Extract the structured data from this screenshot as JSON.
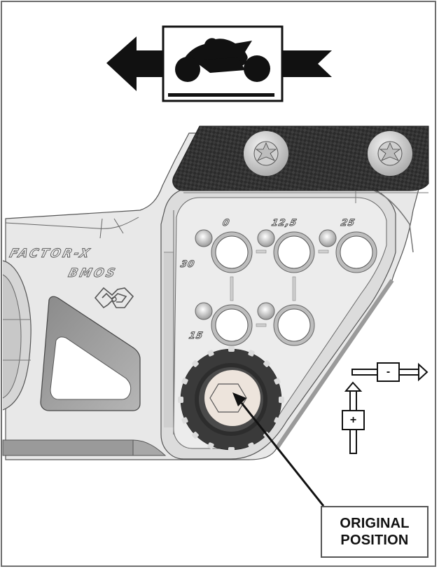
{
  "diagram": {
    "title_icon": "motorcycle-forward-direction-icon",
    "direction": "left (forward)",
    "brand_text_line1": "FACTOR-X",
    "brand_text_line2": "BMOS",
    "brand_logo": "gilles-tooling-logo-icon",
    "position_labels": {
      "top_left": "0",
      "top_middle": "12,5",
      "top_right": "25",
      "left_upper": "30",
      "left_lower": "15"
    },
    "adjustment_signs": {
      "horizontal_minus": "-",
      "vertical_plus": "+"
    },
    "callout": {
      "line1": "ORIGINAL",
      "line2": "POSITION"
    },
    "colors": {
      "aluminium": "#e6e6e6",
      "carbon": "#2a2a2a",
      "knob": "#3c3c3c",
      "bolt_face": "#ede4dc",
      "ink": "#111111"
    }
  }
}
